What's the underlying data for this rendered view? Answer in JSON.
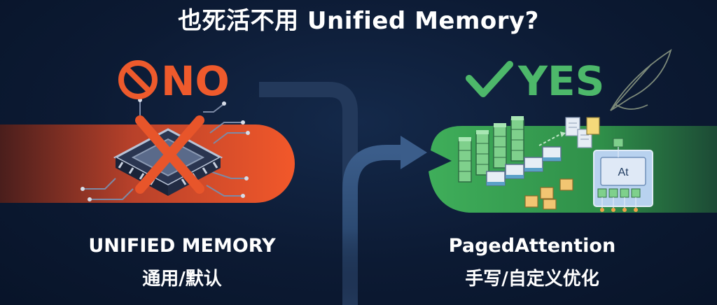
{
  "title": "也死活不用 Unified Memory?",
  "left": {
    "verdict": "NO",
    "verdict_icon": "prohibited-icon",
    "label": "UNIFIED MEMORY",
    "sublabel": "通用/默认",
    "accent": "#ee5a2c"
  },
  "right": {
    "verdict": "YES",
    "verdict_icon": "checkmark-icon",
    "label": "PagedAttention",
    "sublabel": "手写/自定义优化",
    "block_text": "At",
    "accent": "#4db86a"
  },
  "colors": {
    "background": "#0c1a33",
    "arrow": "#2e4a70"
  }
}
